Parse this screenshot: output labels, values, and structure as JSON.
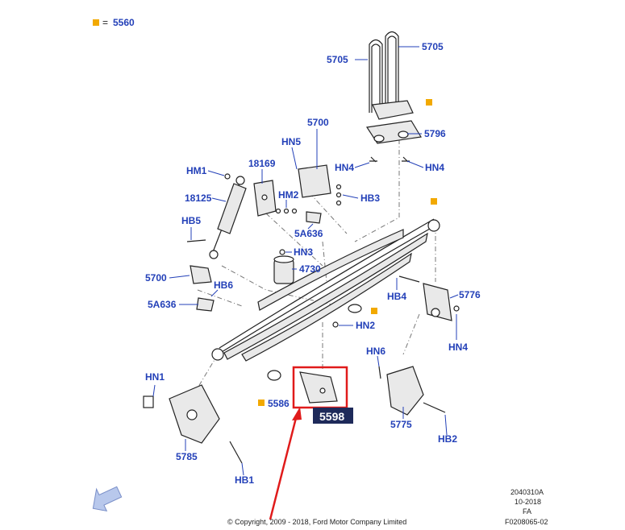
{
  "legend": {
    "marker_color": "#f2a900",
    "equals": "=",
    "part_number": "5560"
  },
  "callouts": {
    "c5705_left": "5705",
    "c5705_right": "5705",
    "c5700_top": "5700",
    "c5796": "5796",
    "c_hn5": "HN5",
    "c_hn4_left": "HN4",
    "c_hn4_right": "HN4",
    "c_hm1": "HM1",
    "c18169": "18169",
    "c_hm2": "HM2",
    "c_hb3": "HB3",
    "c18125": "18125",
    "c_hb5": "HB5",
    "c5a636_top": "5A636",
    "c_hn3": "HN3",
    "c4730": "4730",
    "c5700_left": "5700",
    "c_hb6": "HB6",
    "c5a636_left": "5A636",
    "c_hb4": "HB4",
    "c5776": "5776",
    "c_hn2": "HN2",
    "c_hn4_lower": "HN4",
    "c_hn6": "HN6",
    "c_hn1": "HN1",
    "c5586": "5586",
    "c5775": "5775",
    "c_hb2": "HB2",
    "c5785": "5785",
    "c_hb1": "HB1"
  },
  "highlight": {
    "part_number": "5598",
    "box_color": "#e01b1b",
    "label_bg": "#1e2a5a"
  },
  "meta": {
    "line1": "2040310A",
    "line2": "10-2018",
    "line3": "FA",
    "line4": "F0208065-02"
  },
  "copyright": "© Copyright, 2009 - 2018, Ford Motor Company Limited",
  "accent_color": "#2340b8"
}
